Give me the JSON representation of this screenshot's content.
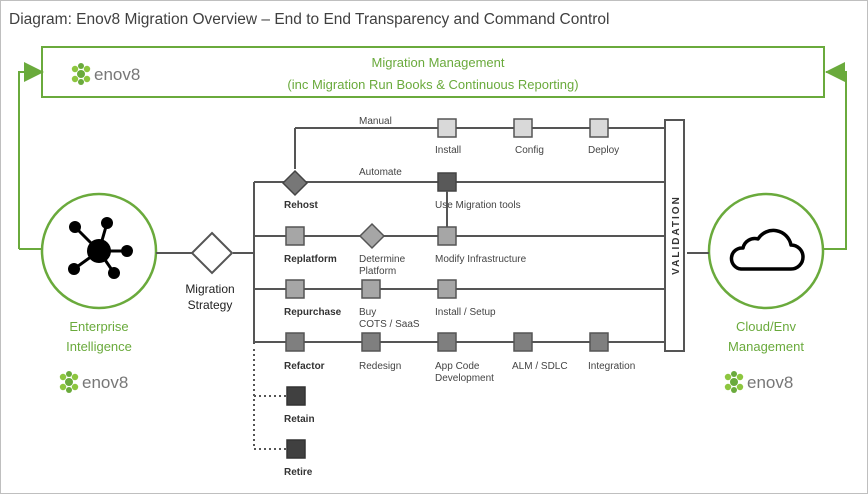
{
  "title": "Diagram: Enov8 Migration Overview – End to End Transparency and Command Control",
  "management": {
    "line1": "Migration Management",
    "line2": "(inc Migration Run Books & Continuous Reporting)"
  },
  "brand": "enov8",
  "left_node": {
    "line1": "Enterprise",
    "line2": "Intelligence"
  },
  "right_node": {
    "line1": "Cloud/Env",
    "line2": "Management"
  },
  "strategy": {
    "line1": "Migration",
    "line2": "Strategy"
  },
  "validation": "VALIDATION",
  "paths": {
    "manual": "Manual",
    "automate": "Automate"
  },
  "rows": {
    "rehost": "Rehost",
    "replatform": "Replatform",
    "repurchase": "Repurchase",
    "refactor": "Refactor",
    "retain": "Retain",
    "retire": "Retire"
  },
  "steps": {
    "install": "Install",
    "config": "Config",
    "deploy": "Deploy",
    "use_tools": "Use Migration tools",
    "determine_1": "Determine",
    "determine_2": "Platform",
    "modify_infra": "Modify Infrastructure",
    "buy_1": "Buy",
    "buy_2": "COTS / SaaS",
    "install_setup": "Install / Setup",
    "redesign": "Redesign",
    "appcode_1": "App Code",
    "appcode_2": "Development",
    "alm": "ALM / SDLC",
    "integration": "Integration"
  },
  "colors": {
    "accent_green": "#6aaa3c",
    "line": "#555555",
    "box_light": "#d9d9d9",
    "box_mid": "#a6a6a6",
    "box_dark": "#595959"
  }
}
